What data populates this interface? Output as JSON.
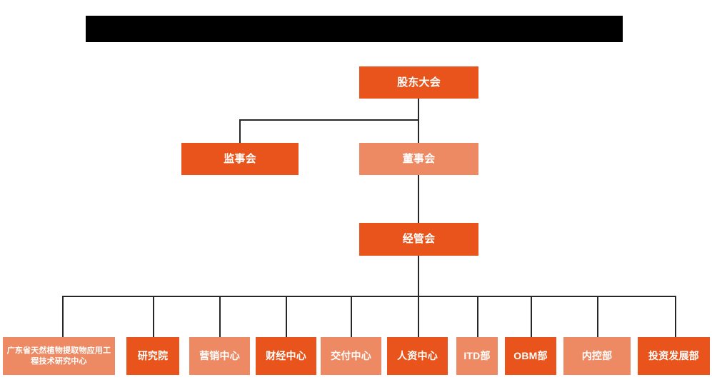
{
  "chart": {
    "kind": "organization-chart",
    "background_color": "#ffffff",
    "colors": {
      "dark_orange": "#E8541B",
      "light_orange": "#ED8A63",
      "connector": "#262626",
      "redaction": "#000000",
      "text": "#ffffff"
    },
    "title_banner": {
      "label": "",
      "redacted": true
    },
    "levels": [
      {
        "name": "level-1",
        "nodes": [
          {
            "id": "shareholders-meeting",
            "label": "股东大会",
            "tone": "dark"
          }
        ]
      },
      {
        "name": "level-2",
        "nodes": [
          {
            "id": "board-of-supervisors",
            "label": "监事会",
            "tone": "dark"
          },
          {
            "id": "board-of-directors",
            "label": "董事会",
            "tone": "light"
          }
        ]
      },
      {
        "name": "level-3",
        "nodes": [
          {
            "id": "management-committee",
            "label": "经管会",
            "tone": "dark"
          }
        ]
      },
      {
        "name": "level-4-departments",
        "nodes": [
          {
            "id": "dept-research-center",
            "label": "广东省天然植物提取物应用工程技术研究中心",
            "tone": "light"
          },
          {
            "id": "dept-research-institute",
            "label": "研究院",
            "tone": "dark"
          },
          {
            "id": "dept-marketing-center",
            "label": "营销中心",
            "tone": "light"
          },
          {
            "id": "dept-finance-center",
            "label": "财经中心",
            "tone": "dark"
          },
          {
            "id": "dept-delivery-center",
            "label": "交付中心",
            "tone": "light"
          },
          {
            "id": "dept-hr-center",
            "label": "人资中心",
            "tone": "dark"
          },
          {
            "id": "dept-itd",
            "label": "ITD部",
            "tone": "light"
          },
          {
            "id": "dept-obm",
            "label": "OBM部",
            "tone": "dark"
          },
          {
            "id": "dept-internal-control",
            "label": "内控部",
            "tone": "light"
          },
          {
            "id": "dept-investment-development",
            "label": "投资发展部",
            "tone": "dark"
          }
        ]
      }
    ]
  }
}
